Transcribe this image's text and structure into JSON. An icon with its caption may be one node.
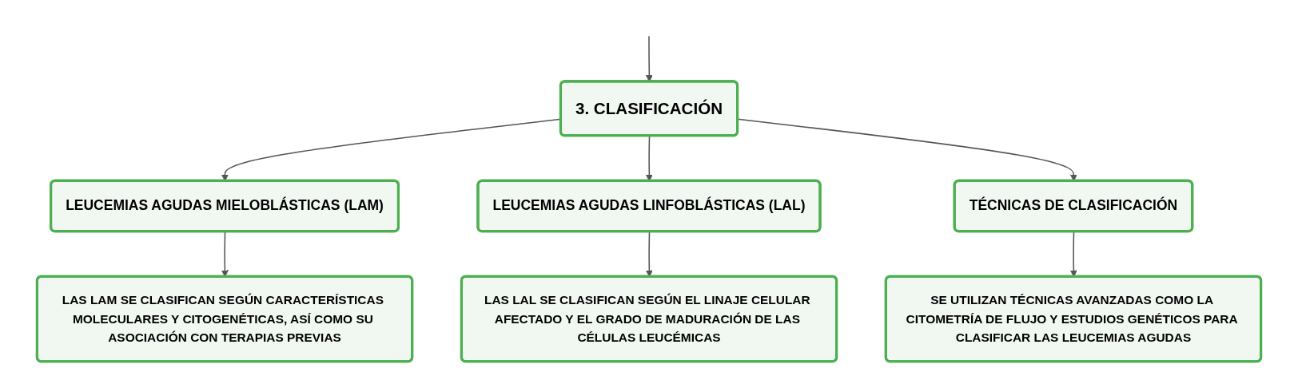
{
  "diagram": {
    "nodes": [
      {
        "text": [
          "3. CLASIFICACIÓN"
        ]
      },
      {
        "text": [
          "LEUCEMIAS AGUDAS MIELOBLÁSTICAS (LAM)"
        ]
      },
      {
        "text": [
          "LEUCEMIAS AGUDAS LINFOBLÁSTICAS (LAL)"
        ]
      },
      {
        "text": [
          "TÉCNICAS DE CLASIFICACIÓN"
        ]
      },
      {
        "text": [
          "LAS LAM SE CLASIFICAN SEGÚN CARACTERÍSTICAS MOLECULARES Y CITOGENÉTICAS, ASÍ COMO SU ASOCIACIÓN CON TERAPIAS PREVIAS"
        ]
      },
      {
        "text": [
          "LAS LAL SE CLASIFICAN SEGÚN EL LINAJE CELULAR AFECTADO Y EL GRADO DE MADURACIÓN DE LAS CÉLULAS LEUCÉMICAS"
        ]
      },
      {
        "text": [
          "SE UTILIZAN TÉCNICAS AVANZADAS COMO LA CITOMETRÍA DE FLUJO Y ESTUDIOS GENÉTICOS PARA CLASIFICAR LAS LEUCEMIAS AGUDAS"
        ]
      }
    ],
    "edges": [
      {
        "from": null,
        "to": 0,
        "arrow": "to"
      },
      {
        "from": 0,
        "to": 1,
        "arrow": "to"
      },
      {
        "from": 0,
        "to": 2,
        "arrow": "to"
      },
      {
        "from": 0,
        "to": 3,
        "arrow": "to"
      },
      {
        "from": 1,
        "to": 4,
        "arrow": "to"
      },
      {
        "from": 2,
        "to": 5,
        "arrow": "to"
      },
      {
        "from": 3,
        "to": 6,
        "arrow": "to"
      }
    ]
  }
}
